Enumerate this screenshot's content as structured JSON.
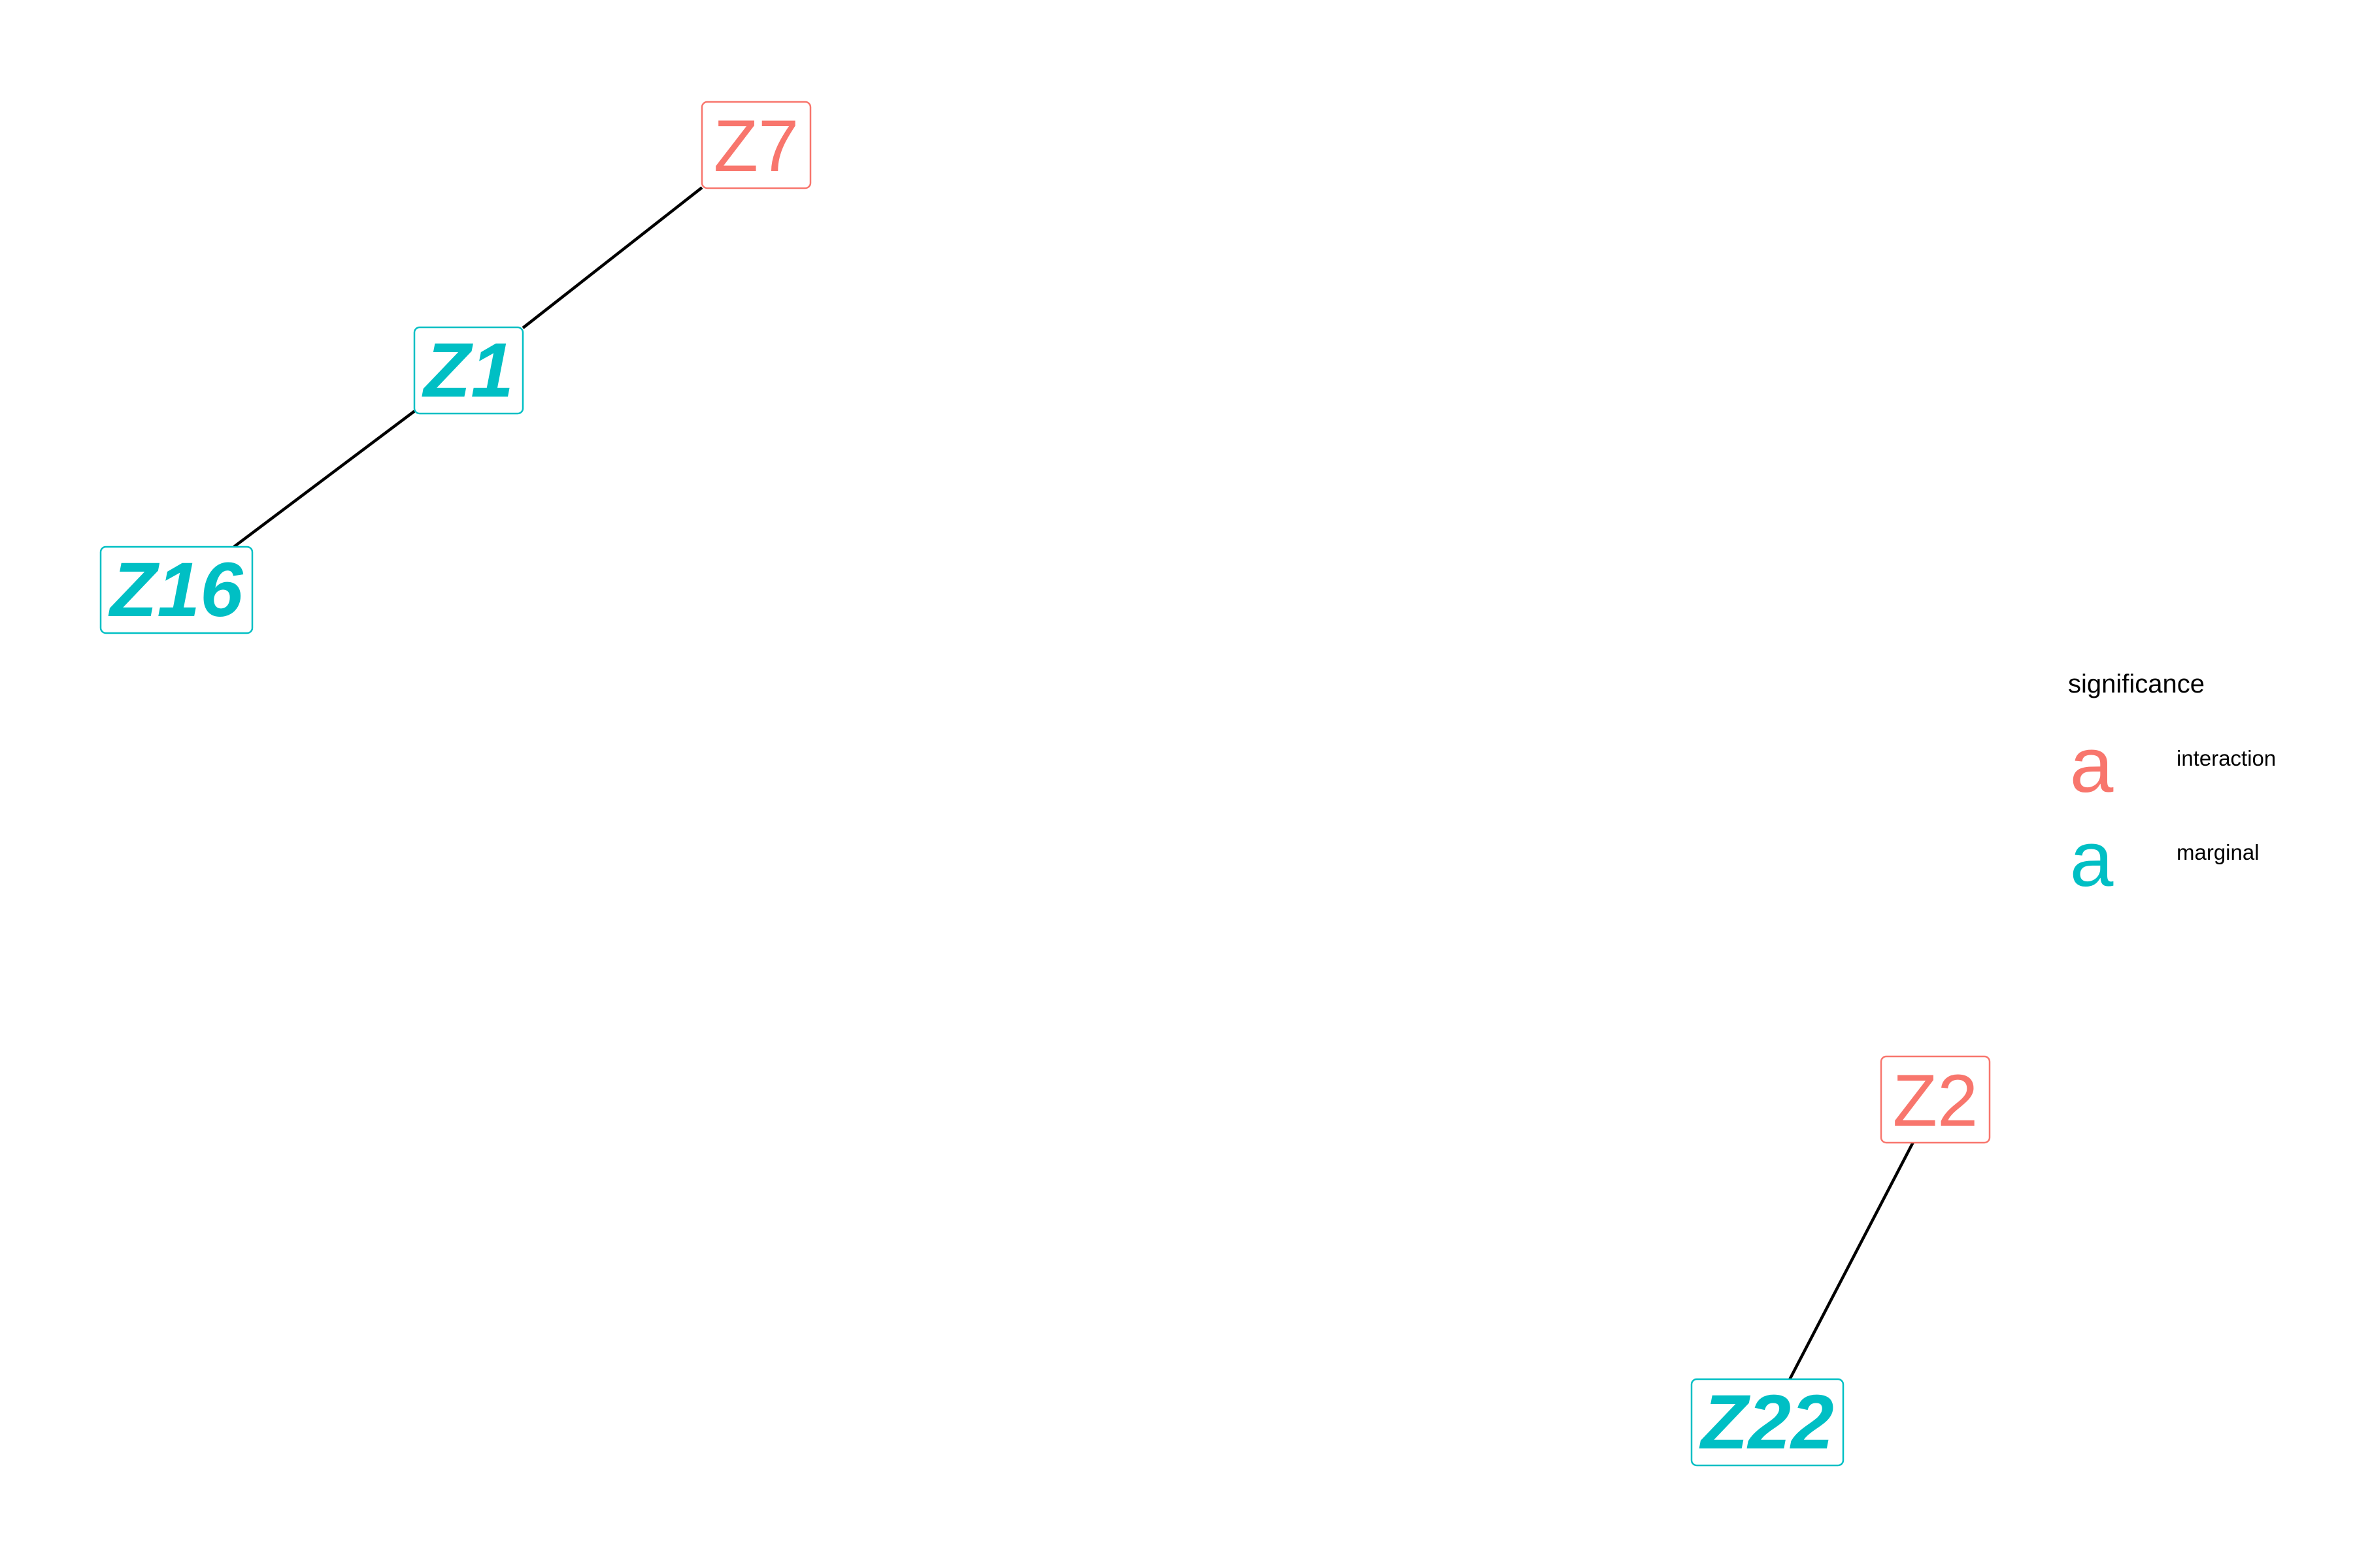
{
  "colors": {
    "interaction": "#F8766D",
    "marginal": "#00BFC4"
  },
  "nodes": [
    {
      "id": "Z7",
      "label": "Z7",
      "significance": "interaction"
    },
    {
      "id": "Z1",
      "label": "Z1",
      "significance": "marginal"
    },
    {
      "id": "Z16",
      "label": "Z16",
      "significance": "marginal"
    },
    {
      "id": "Z2",
      "label": "Z2",
      "significance": "interaction"
    },
    {
      "id": "Z22",
      "label": "Z22",
      "significance": "marginal"
    }
  ],
  "edges": [
    {
      "from": "Z7",
      "to": "Z1"
    },
    {
      "from": "Z1",
      "to": "Z16"
    },
    {
      "from": "Z2",
      "to": "Z22"
    }
  ],
  "legend": {
    "title": "significance",
    "items": [
      {
        "key": "a",
        "label": "interaction",
        "significance": "interaction"
      },
      {
        "key": "a",
        "label": "marginal",
        "significance": "marginal"
      }
    ]
  }
}
